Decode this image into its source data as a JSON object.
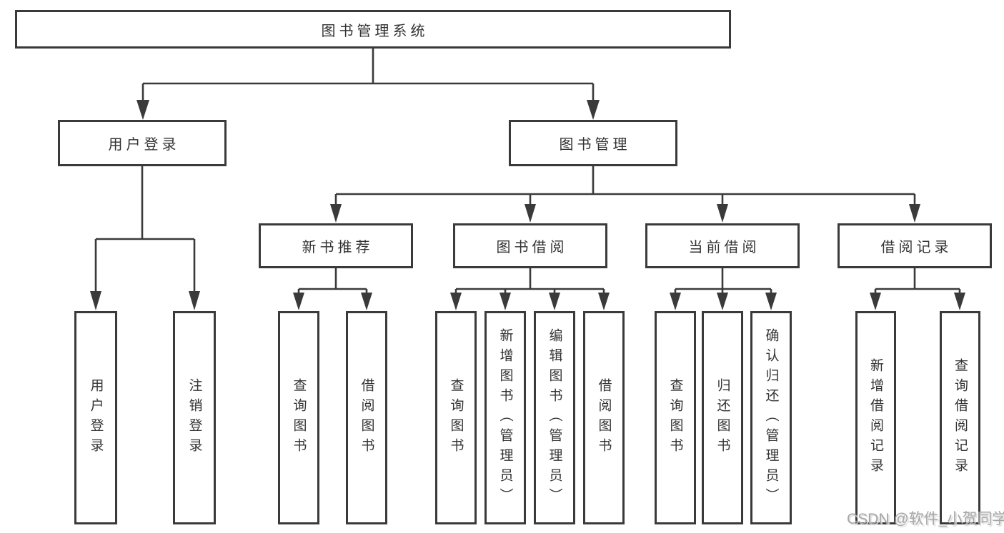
{
  "diagram": {
    "root": {
      "label": "图书管理系统"
    },
    "branches": [
      {
        "label": "用户登录",
        "leaves": [
          "用户登录",
          "注销登录"
        ]
      },
      {
        "label": "图书管理",
        "groups": [
          {
            "label": "新书推荐",
            "leaves": [
              "查询图书",
              "借阅图书"
            ]
          },
          {
            "label": "图书借阅",
            "leaves": [
              "查询图书",
              "新增图书（管理员）",
              "编辑图书（管理员）",
              "借阅图书"
            ]
          },
          {
            "label": "当前借阅",
            "leaves": [
              "查询图书",
              "归还图书",
              "确认归还（管理员）"
            ]
          },
          {
            "label": "借阅记录",
            "leaves": [
              "新增借阅记录",
              "查询借阅记录"
            ]
          }
        ]
      }
    ],
    "watermark": "CSDN @软件_小贺同学",
    "colors": {
      "line": "#3a3a3a",
      "text": "#333333",
      "watermark": "#a6a6a6",
      "background": "#ffffff"
    }
  }
}
